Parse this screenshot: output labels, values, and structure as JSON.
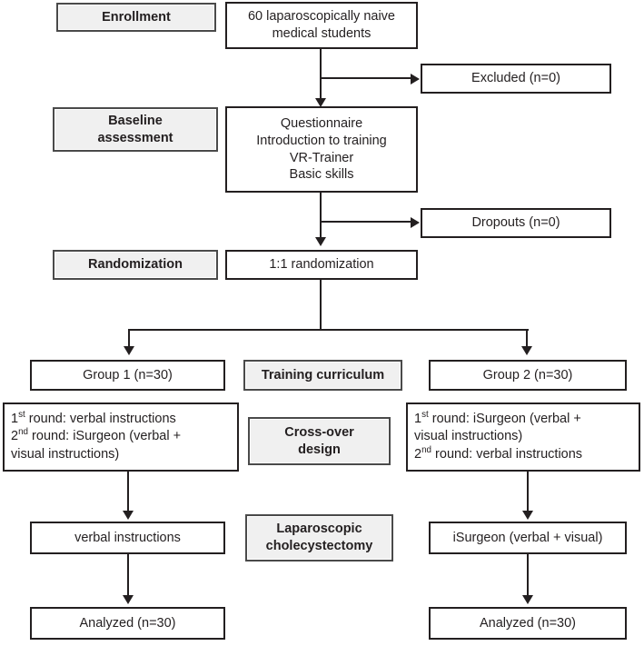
{
  "diagram": {
    "title": "CONSORT-style study flow diagram",
    "stage_labels": [
      {
        "id": "enrollment",
        "text": "Enrollment"
      },
      {
        "id": "baseline-assessment",
        "text": "Baseline\nassessment"
      },
      {
        "id": "randomization",
        "text": "Randomization"
      },
      {
        "id": "training-curriculum",
        "text": "Training curriculum"
      },
      {
        "id": "cross-over-design",
        "text": "Cross-over\ndesign"
      },
      {
        "id": "laparoscopic-cholecystectomy",
        "text": "Laparoscopic\ncholecystectomy"
      }
    ],
    "nodes": {
      "participants": {
        "line1": "60 laparoscopically naive",
        "line2": "medical students"
      },
      "excluded": "Excluded (n=0)",
      "baseline_steps": {
        "line1": "Questionnaire",
        "line2": "Introduction to training",
        "line3": "VR-Trainer",
        "line4": "Basic skills"
      },
      "dropouts": "Dropouts (n=0)",
      "randomization_ratio": "1:1 randomization",
      "group1": "Group 1 (n=30)",
      "group2": "Group 2 (n=30)",
      "group1_rounds": {
        "round1_ordinal": "1",
        "round1_sup": "st",
        "round1_text": " round: verbal instructions",
        "round2_ordinal": "2",
        "round2_sup": "nd",
        "round2_text": " round: iSurgeon (verbal +",
        "round2_cont": "visual instructions)"
      },
      "group2_rounds": {
        "round1_ordinal": "1",
        "round1_sup": "st",
        "round1_text": " round: iSurgeon (verbal +",
        "round1_cont": "visual instructions)",
        "round2_ordinal": "2",
        "round2_sup": "nd",
        "round2_text": " round: verbal instructions"
      },
      "group1_intervention": "verbal instructions",
      "group2_intervention": "iSurgeon (verbal + visual)",
      "group1_analyzed": "Analyzed (n=30)",
      "group2_analyzed": "Analyzed (n=30)"
    },
    "colors": {
      "stroke": "#231f20",
      "label_fill": "#f0f0f0",
      "node_fill": "#ffffff",
      "label_stroke": "#4a4a4a"
    }
  }
}
